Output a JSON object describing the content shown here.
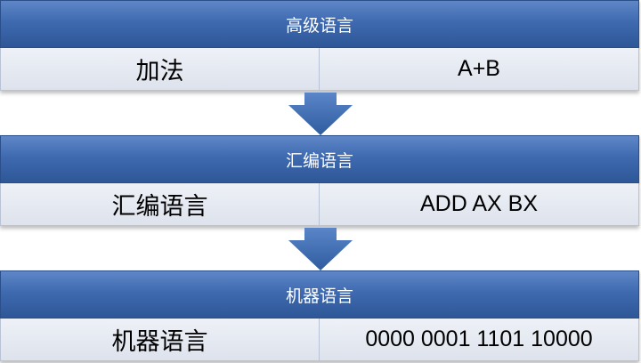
{
  "levels": [
    {
      "header": "高级语言",
      "left": "加法",
      "right": "A+B"
    },
    {
      "header": "汇编语言",
      "left": "汇编语言",
      "right": "ADD AX BX"
    },
    {
      "header": "机器语言",
      "left": "机器语言",
      "right": "0000 0001 1101 10000"
    }
  ],
  "colors": {
    "header": "#3f6ab0",
    "row": "#e4e8f0",
    "arrow": "#3f6ab0"
  },
  "icons": {
    "arrow": "down-arrow-icon"
  }
}
